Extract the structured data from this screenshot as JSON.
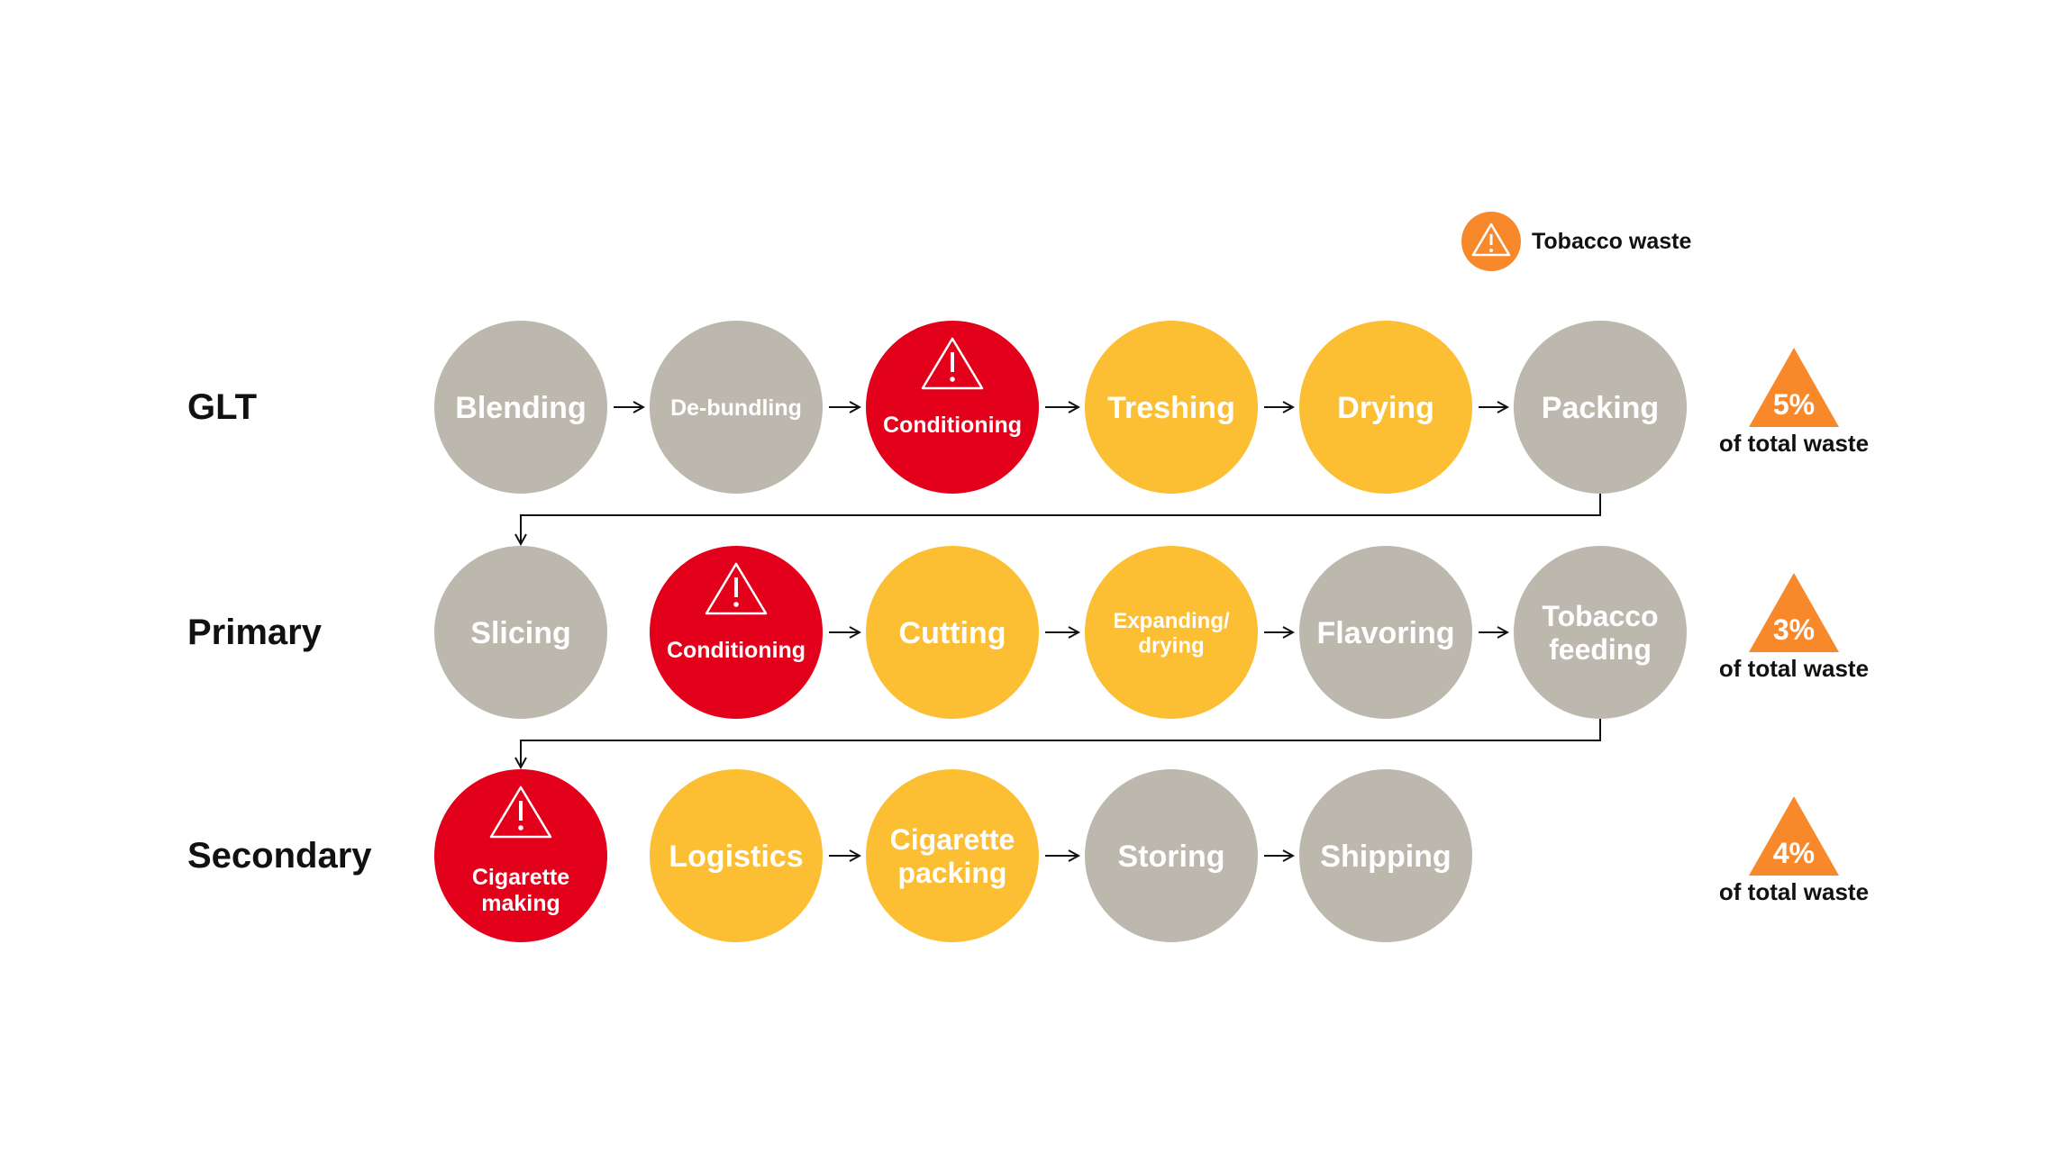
{
  "legend": {
    "label": "Tobacco waste",
    "icon": "warning-triangle-icon"
  },
  "colors": {
    "grey": "#bdb8ad",
    "yellow": "#fcbf34",
    "red": "#e2001a",
    "orange": "#f7892b"
  },
  "rows": [
    {
      "id": "glt",
      "label": "GLT",
      "waste_value": "5%",
      "waste_caption": "of total waste",
      "stages": [
        {
          "label": "Blending",
          "color": "grey"
        },
        {
          "label": "De-bundling",
          "color": "grey"
        },
        {
          "label": "Conditioning",
          "color": "red",
          "warning": true
        },
        {
          "label": "Treshing",
          "color": "yellow"
        },
        {
          "label": "Drying",
          "color": "yellow"
        },
        {
          "label": "Packing",
          "color": "grey"
        }
      ]
    },
    {
      "id": "primary",
      "label": "Primary",
      "waste_value": "3%",
      "waste_caption": "of total waste",
      "stages": [
        {
          "label": "Slicing",
          "color": "grey"
        },
        {
          "label": "Conditioning",
          "color": "red",
          "warning": true
        },
        {
          "label": "Cutting",
          "color": "yellow"
        },
        {
          "label": "Expanding/\ndrying",
          "color": "yellow"
        },
        {
          "label": "Flavoring",
          "color": "grey"
        },
        {
          "label": "Tobacco\nfeeding",
          "color": "grey"
        }
      ]
    },
    {
      "id": "secondary",
      "label": "Secondary",
      "waste_value": "4%",
      "waste_caption": "of total waste",
      "stages": [
        {
          "label": "Cigarette\nmaking",
          "color": "red",
          "warning": true
        },
        {
          "label": "Logistics",
          "color": "yellow"
        },
        {
          "label": "Cigarette\npacking",
          "color": "yellow"
        },
        {
          "label": "Storing",
          "color": "grey"
        },
        {
          "label": "Shipping",
          "color": "grey"
        }
      ]
    }
  ]
}
